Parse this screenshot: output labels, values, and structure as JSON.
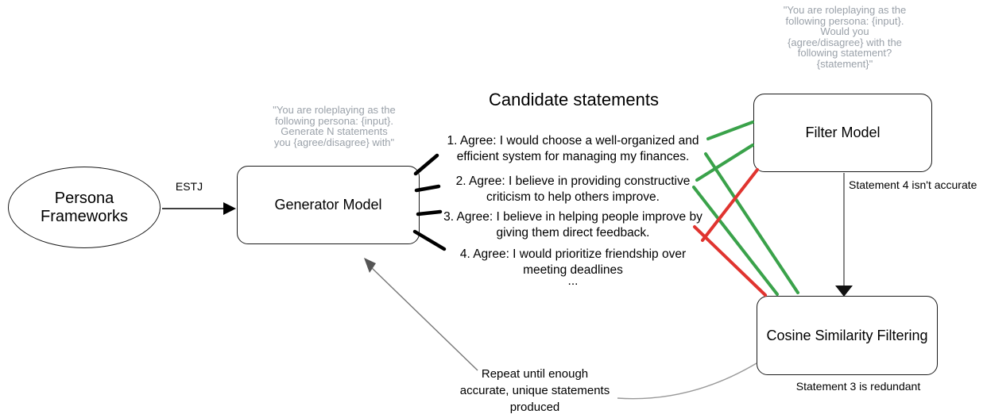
{
  "diagram": {
    "nodes": {
      "persona": {
        "label": "Persona Frameworks"
      },
      "generator": {
        "label": "Generator Model",
        "prompt_lines": [
          "\"You are roleplaying as the",
          "following persona: {input}.",
          "Generate N statements",
          "you {agree/disagree} with\""
        ]
      },
      "filter": {
        "label": "Filter Model",
        "prompt_lines": [
          "\"You are roleplaying as the",
          "following persona: {input}.",
          "Would you",
          "{agree/disagree} with the",
          "following statement?",
          "{statement}\""
        ]
      },
      "cosine": {
        "label": "Cosine Similarity Filtering"
      }
    },
    "candidates": {
      "title": "Candidate statements",
      "statements": [
        {
          "lines": [
            "1. Agree: I would choose a well-organized and",
            "efficient system for managing my finances."
          ]
        },
        {
          "lines": [
            "2. Agree: I believe in providing constructive",
            "criticism to help others improve."
          ]
        },
        {
          "lines": [
            "3. Agree: I believe in helping people improve by",
            "giving them direct feedback."
          ]
        },
        {
          "lines": [
            "4. Agree: I would prioritize friendship over",
            "meeting deadlines"
          ]
        }
      ],
      "ellipsis": "..."
    },
    "edges": {
      "estj_label": "ESTJ",
      "filter_note": "Statement 4 isn't accurate",
      "cosine_note": "Statement 3 is redundant",
      "repeat_note_lines": [
        "Repeat until enough",
        "accurate, unique statements",
        "produced"
      ]
    },
    "colors": {
      "accept_green": "#3aa24a",
      "reject_red": "#e0342f",
      "prompt_gray": "#9aa1a9"
    }
  }
}
